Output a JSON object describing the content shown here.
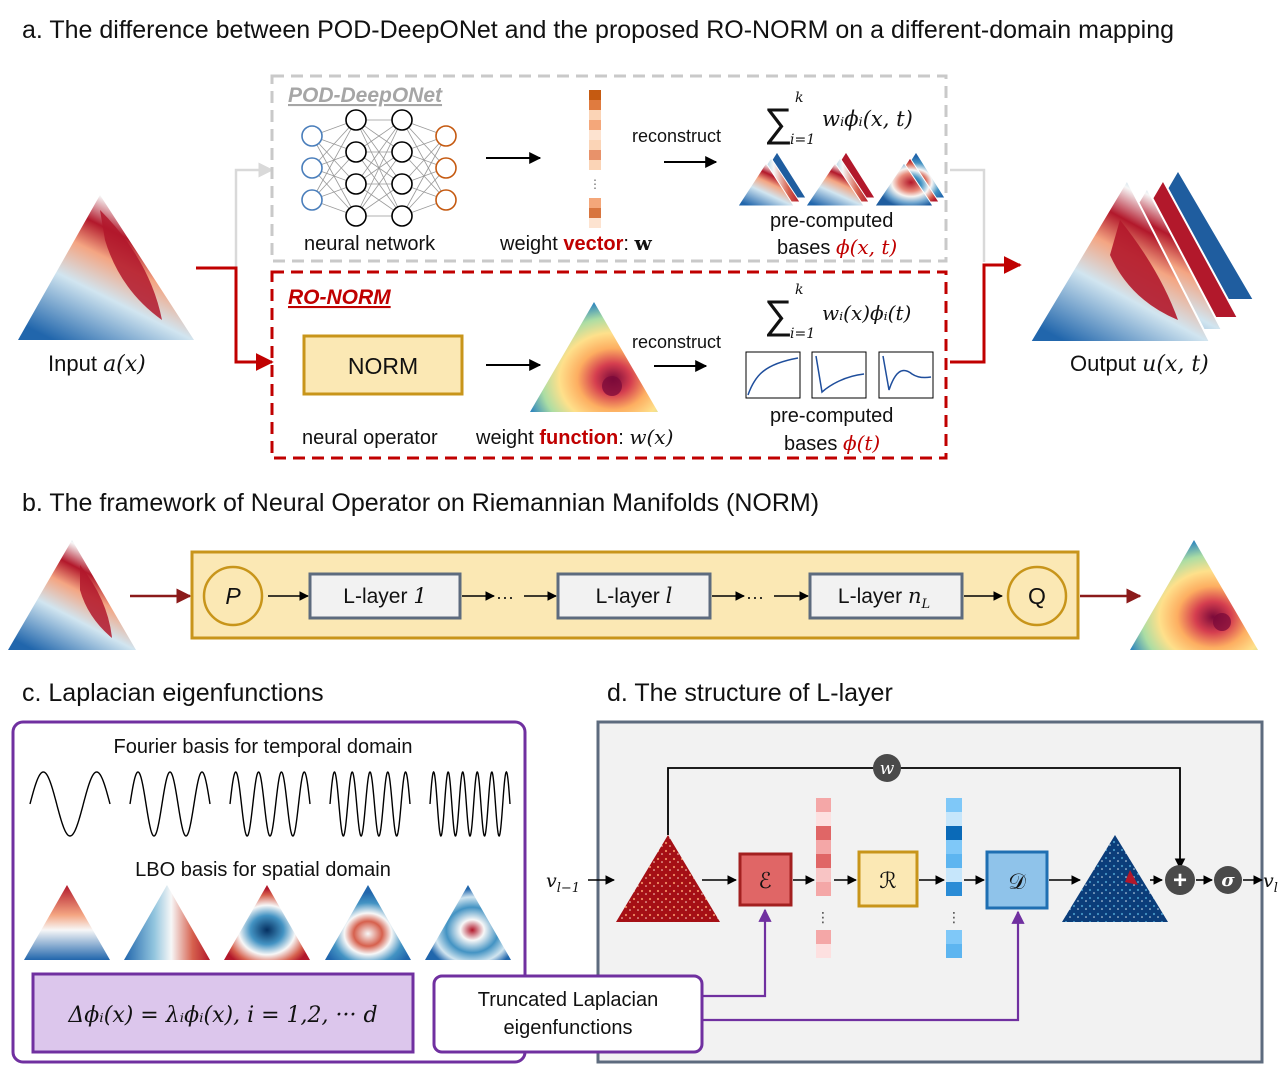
{
  "section_a": {
    "title": "a. The difference between POD-DeepONet and the proposed RO-NORM on a different-domain mapping",
    "input_label": "Input",
    "input_math": "a(x)",
    "output_label": "Output",
    "output_math": "u(x, t)",
    "pod": {
      "name": "POD-DeepONet",
      "nn_label": "neural network",
      "weight_prefix": "weight",
      "weight_kw": "vector",
      "weight_colon": ":",
      "weight_math": "w",
      "reconstruct": "reconstruct",
      "sum_formula": "wᵢϕᵢ(x, t)",
      "sum_upper": "k",
      "sum_lower": "i=1",
      "bases_line1": "pre-computed",
      "bases_line2": "bases",
      "bases_math": "ϕ(x, t)"
    },
    "ronorm": {
      "name": "RO-NORM",
      "box_label": "NORM",
      "op_label": "neural operator",
      "weight_prefix": "weight",
      "weight_kw": "function",
      "weight_colon": ":",
      "weight_math": "w(x)",
      "reconstruct": "reconstruct",
      "sum_formula": "wᵢ(x)ϕᵢ(t)",
      "sum_upper": "k",
      "sum_lower": "i=1",
      "bases_line1": "pre-computed",
      "bases_line2": "bases",
      "bases_math": "ϕ(t)"
    }
  },
  "section_b": {
    "title": "b. The framework of Neural Operator on Riemannian Manifolds (NORM)",
    "p": "P",
    "q": "Q",
    "layer_prefix": "L-layer",
    "layer1": "1",
    "layer_l": "l",
    "layer_n": "n",
    "layer_n_sub": "L",
    "dots": "···"
  },
  "section_c": {
    "title": "c. Laplacian eigenfunctions",
    "fourier_label": "Fourier basis for temporal domain",
    "lbo_label": "LBO basis for spatial domain",
    "equation": "Δϕᵢ(x) = λᵢϕᵢ(x), i = 1,2, ··· d",
    "fourier_cycles": [
      1.5,
      2.5,
      3.5,
      4.5,
      5.5
    ]
  },
  "section_d": {
    "title": "d. The structure of L-layer",
    "v_in": "v",
    "v_in_sub": "l−1",
    "v_out": "v",
    "v_out_sub": "l",
    "w": "w",
    "sigma": "σ",
    "encoder": "ℰ",
    "r": "ℛ",
    "decoder": "𝒟",
    "truncated_line1": "Truncated Laplacian",
    "truncated_line2": "eigenfunctions"
  },
  "colors": {
    "dark_red": "#c00000",
    "gold": "#c8951a",
    "cream": "#fbe8b4",
    "purple": "#7030a0",
    "lavender": "#dcc6ec",
    "slate": "#5d6b7e",
    "gray_bg": "#f2f2f2"
  }
}
